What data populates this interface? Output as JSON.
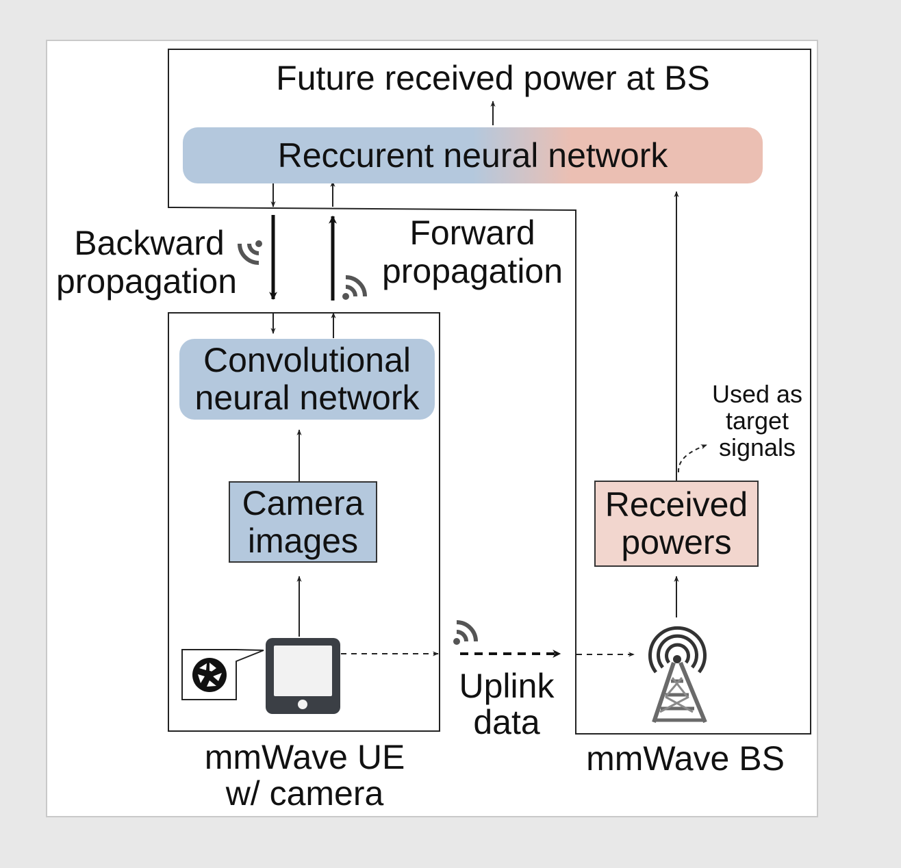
{
  "diagram": {
    "top_output": "Future received power at BS",
    "rnn": "Reccurent neural network",
    "backward": [
      "Backward",
      "propagation"
    ],
    "forward": [
      "Forward",
      "propagation"
    ],
    "cnn": [
      "Convolutional",
      "neural network"
    ],
    "camera_images": [
      "Camera",
      "images"
    ],
    "received_powers": [
      "Received",
      "powers"
    ],
    "target_note": [
      "Used as",
      "target",
      "signals"
    ],
    "uplink": [
      "Uplink",
      "data"
    ],
    "ue_label": [
      "mmWave UE",
      "w/ camera"
    ],
    "bs_label": "mmWave BS"
  },
  "colors": {
    "blue_node": "#b4c8dd",
    "salmon_node": "#ebbfb3",
    "pale_salmon": "#f2d6ce",
    "line": "#222222",
    "icon_gray": "#555555"
  }
}
